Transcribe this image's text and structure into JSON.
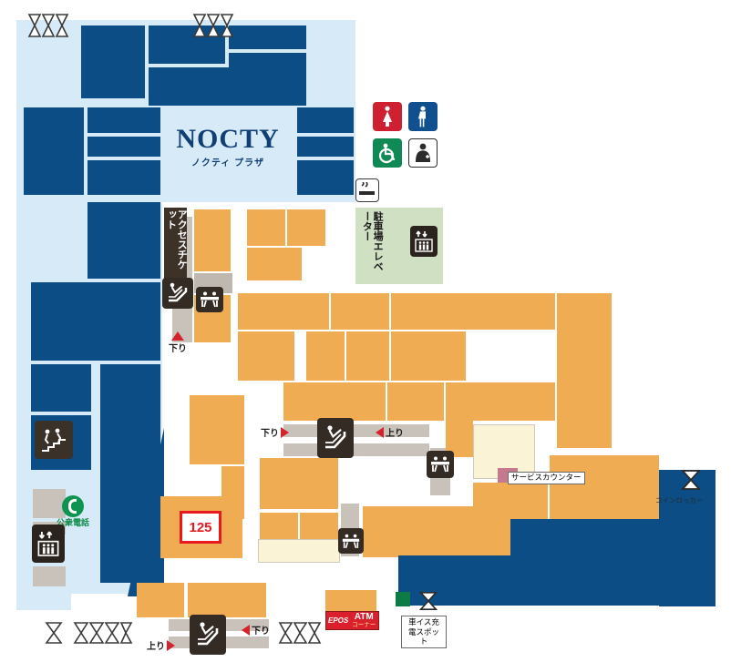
{
  "map": {
    "name": "NOCTY Plaza floor map",
    "brand": {
      "logo_main": "NOCTY",
      "logo_sub": "ノクティ プラザ"
    },
    "colors": {
      "store_orange": "#f0ac52",
      "concourse_light_blue": "#d6ebf7",
      "building_navy": "#0b4d84",
      "corridor_grey": "#c9c2bb",
      "elevator_panel_green": "#cfe0c3",
      "highlight_red": "#e8191f",
      "service_counter_pink": "#c4798f",
      "wheelchair_spot_green": "#0e7a45",
      "cream_unit": "#fbf3d5"
    },
    "highlighted_unit": {
      "number": "125",
      "border_color": "#e8191f"
    },
    "labels": {
      "access_ticket": "アクセスチケット",
      "parking_elevator": "駐車場エレベーター",
      "service_counter": "サービスカウンター",
      "coin_locker": "コインロッカー",
      "public_phone": "公衆電話",
      "wheelchair_charge": "車イス充電スポット",
      "atm_brand": "EPOS",
      "atm_title": "ATM",
      "atm_sub": "コーナー"
    },
    "directions": {
      "down": "下り",
      "up": "上り"
    },
    "icons": [
      {
        "name": "womens-restroom-icon",
        "label": "女性トイレ"
      },
      {
        "name": "mens-restroom-icon",
        "label": "男性トイレ"
      },
      {
        "name": "accessible-restroom-icon",
        "label": "多目的トイレ"
      },
      {
        "name": "baby-care-icon",
        "label": "ベビールーム"
      },
      {
        "name": "smoking-area-icon",
        "label": "喫煙所"
      },
      {
        "name": "escalator-icon",
        "label": "エスカレーター"
      },
      {
        "name": "elevator-icon",
        "label": "エレベーター"
      },
      {
        "name": "stairs-icon",
        "label": "階段"
      },
      {
        "name": "bench-icon",
        "label": "休憩所"
      },
      {
        "name": "gate-marker-icon",
        "label": "出入口"
      },
      {
        "name": "coin-locker-icon",
        "label": "コインロッカー"
      }
    ]
  }
}
